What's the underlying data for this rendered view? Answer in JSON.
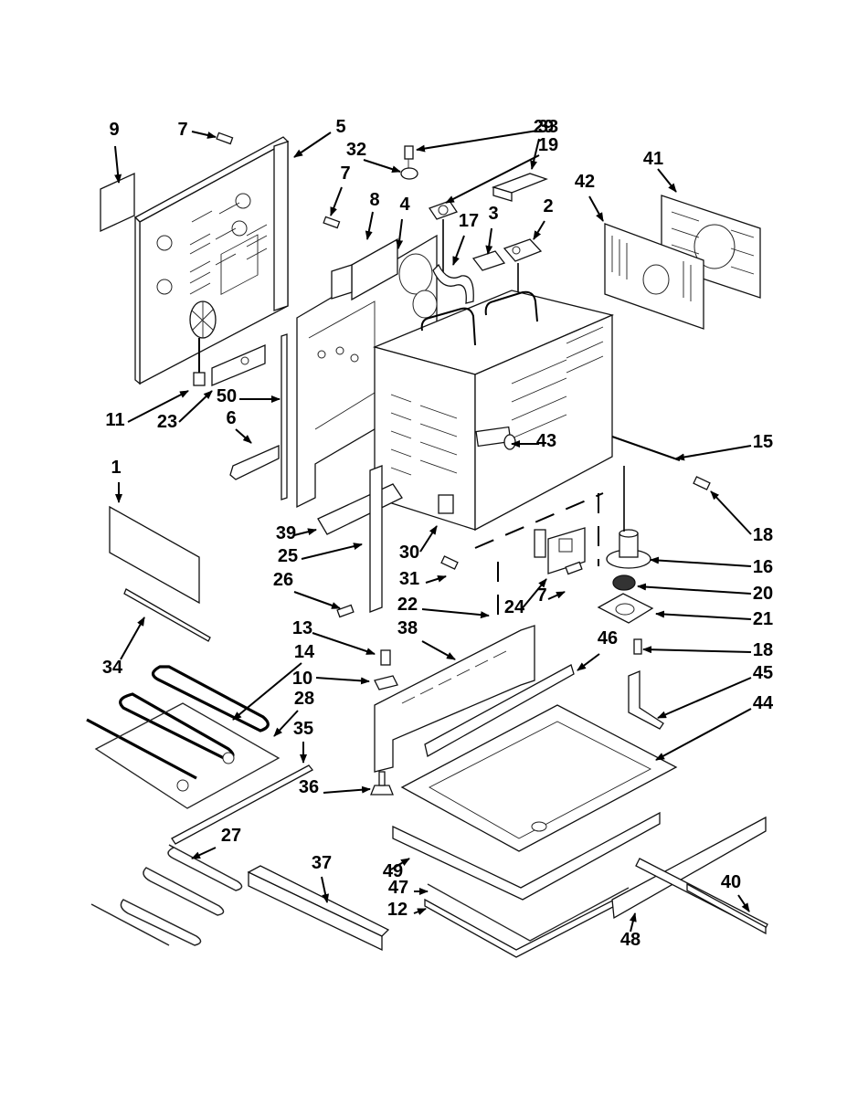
{
  "diagram": {
    "title": "Oven chassis exploded parts diagram",
    "callouts": [
      {
        "id": "9",
        "label": "9"
      },
      {
        "id": "7a",
        "label": "7"
      },
      {
        "id": "5",
        "label": "5"
      },
      {
        "id": "33",
        "label": "33"
      },
      {
        "id": "19",
        "label": "19"
      },
      {
        "id": "32",
        "label": "32"
      },
      {
        "id": "29",
        "label": "29"
      },
      {
        "id": "7b",
        "label": "7"
      },
      {
        "id": "8",
        "label": "8"
      },
      {
        "id": "4",
        "label": "4"
      },
      {
        "id": "17",
        "label": "17"
      },
      {
        "id": "3",
        "label": "3"
      },
      {
        "id": "2",
        "label": "2"
      },
      {
        "id": "41",
        "label": "41"
      },
      {
        "id": "42",
        "label": "42"
      },
      {
        "id": "11",
        "label": "11"
      },
      {
        "id": "23",
        "label": "23"
      },
      {
        "id": "50",
        "label": "50"
      },
      {
        "id": "6",
        "label": "6"
      },
      {
        "id": "43",
        "label": "43"
      },
      {
        "id": "15",
        "label": "15"
      },
      {
        "id": "18a",
        "label": "18"
      },
      {
        "id": "1",
        "label": "1"
      },
      {
        "id": "39",
        "label": "39"
      },
      {
        "id": "25",
        "label": "25"
      },
      {
        "id": "30",
        "label": "30"
      },
      {
        "id": "16",
        "label": "16"
      },
      {
        "id": "31",
        "label": "31"
      },
      {
        "id": "20",
        "label": "20"
      },
      {
        "id": "26",
        "label": "26"
      },
      {
        "id": "24",
        "label": "24"
      },
      {
        "id": "7c",
        "label": "7"
      },
      {
        "id": "22",
        "label": "22"
      },
      {
        "id": "21",
        "label": "21"
      },
      {
        "id": "34",
        "label": "34"
      },
      {
        "id": "13",
        "label": "13"
      },
      {
        "id": "38",
        "label": "38"
      },
      {
        "id": "46",
        "label": "46"
      },
      {
        "id": "18b",
        "label": "18"
      },
      {
        "id": "14",
        "label": "14"
      },
      {
        "id": "10",
        "label": "10"
      },
      {
        "id": "45",
        "label": "45"
      },
      {
        "id": "28",
        "label": "28"
      },
      {
        "id": "35",
        "label": "35"
      },
      {
        "id": "44",
        "label": "44"
      },
      {
        "id": "36",
        "label": "36"
      },
      {
        "id": "27",
        "label": "27"
      },
      {
        "id": "37",
        "label": "37"
      },
      {
        "id": "49",
        "label": "49"
      },
      {
        "id": "47",
        "label": "47"
      },
      {
        "id": "40",
        "label": "40"
      },
      {
        "id": "12",
        "label": "12"
      },
      {
        "id": "48",
        "label": "48"
      }
    ]
  }
}
